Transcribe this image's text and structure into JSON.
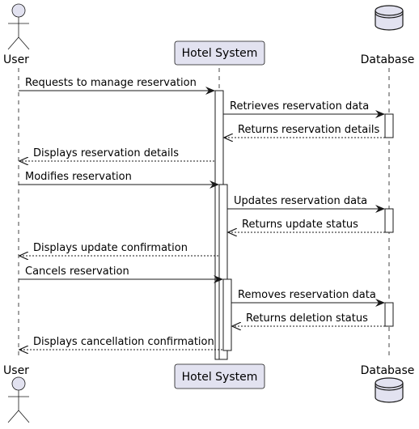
{
  "participants": {
    "user": "User",
    "hotel_system": "Hotel System",
    "database": "Database"
  },
  "messages": [
    {
      "from": "user",
      "to": "hotel_system",
      "label": "Requests to manage reservation",
      "kind": "sync"
    },
    {
      "from": "hotel_system",
      "to": "database",
      "label": "Retrieves reservation data",
      "kind": "sync"
    },
    {
      "from": "database",
      "to": "hotel_system",
      "label": "Returns reservation details",
      "kind": "reply"
    },
    {
      "from": "hotel_system",
      "to": "user",
      "label": "Displays reservation details",
      "kind": "reply"
    },
    {
      "from": "user",
      "to": "hotel_system",
      "label": "Modifies reservation",
      "kind": "sync"
    },
    {
      "from": "hotel_system",
      "to": "database",
      "label": "Updates reservation data",
      "kind": "sync"
    },
    {
      "from": "database",
      "to": "hotel_system",
      "label": "Returns update status",
      "kind": "reply"
    },
    {
      "from": "hotel_system",
      "to": "user",
      "label": "Displays update confirmation",
      "kind": "reply"
    },
    {
      "from": "user",
      "to": "hotel_system",
      "label": "Cancels reservation",
      "kind": "sync"
    },
    {
      "from": "hotel_system",
      "to": "database",
      "label": "Removes reservation data",
      "kind": "sync"
    },
    {
      "from": "database",
      "to": "hotel_system",
      "label": "Returns deletion status",
      "kind": "reply"
    },
    {
      "from": "hotel_system",
      "to": "user",
      "label": "Displays cancellation confirmation",
      "kind": "reply"
    }
  ]
}
